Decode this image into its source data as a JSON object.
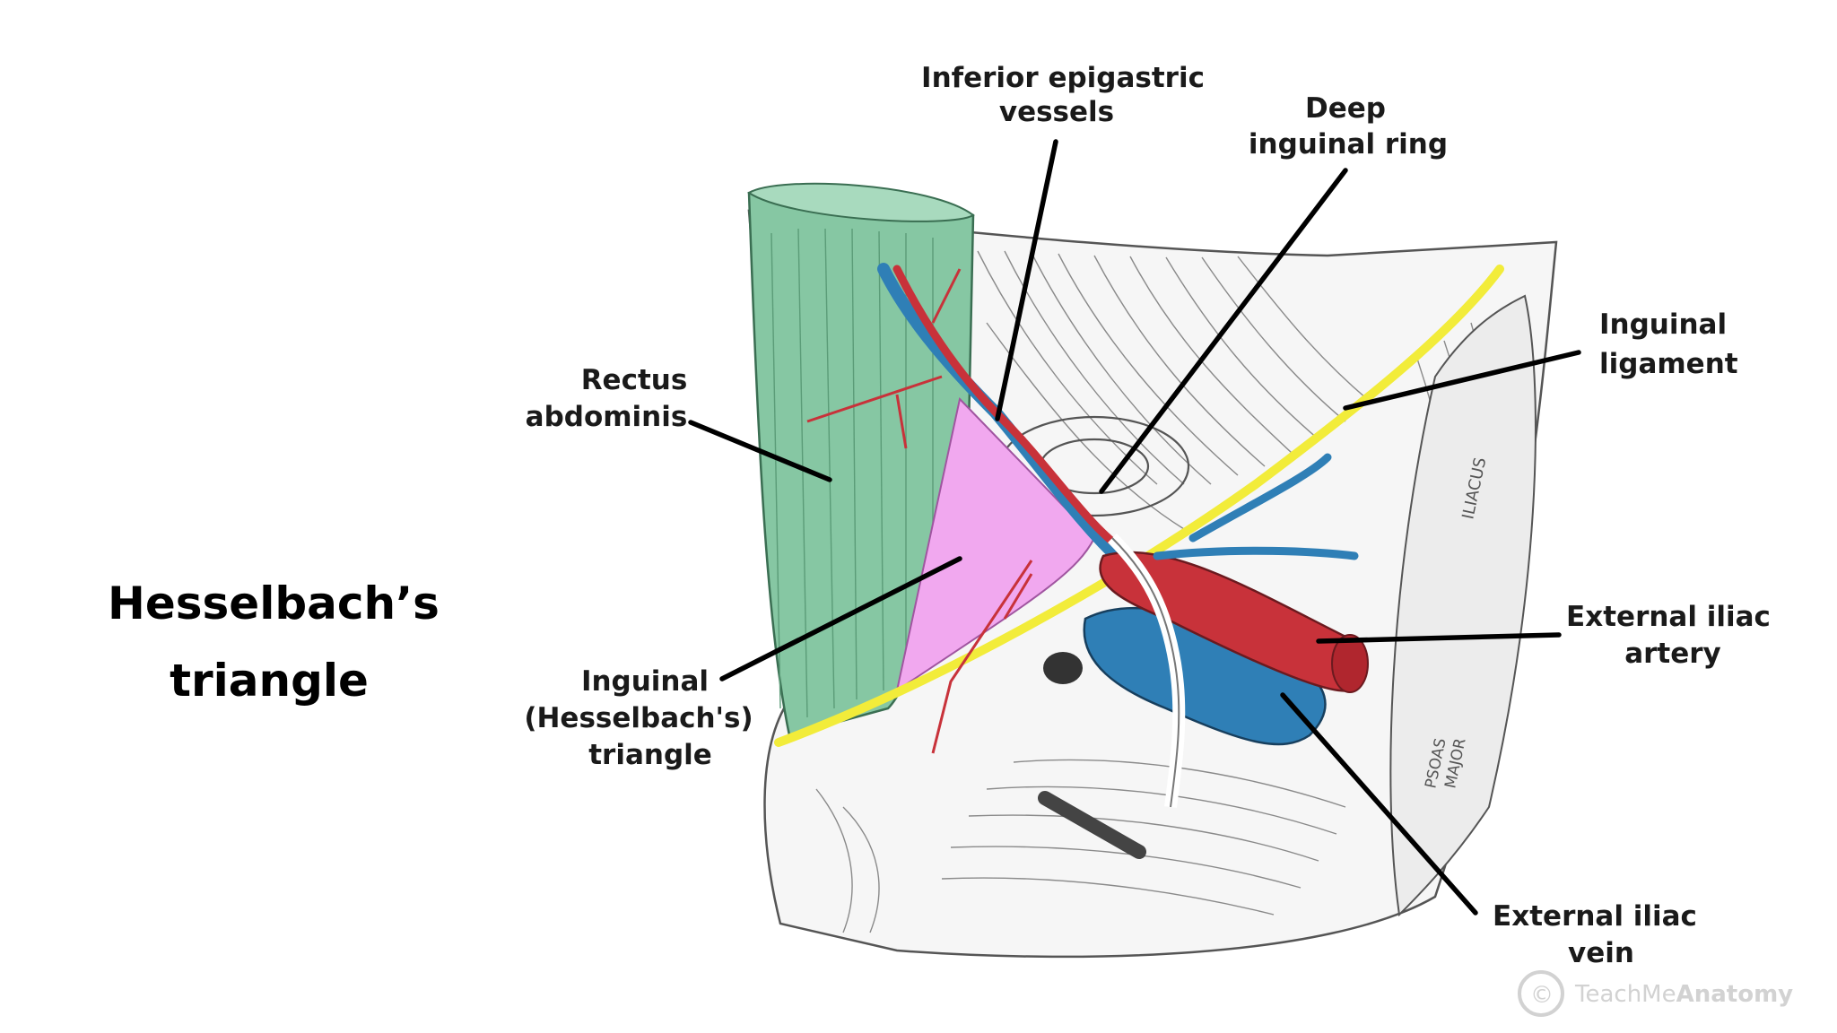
{
  "slide": {
    "title_line1": "Hesselbach’s",
    "title_line2": "triangle"
  },
  "labels": {
    "inferior_epigastric_1": "Inferior epigastric",
    "inferior_epigastric_2": "vessels",
    "deep_ring_1": "Deep",
    "deep_ring_2": "inguinal ring",
    "inguinal_ligament_1": "Inguinal",
    "inguinal_ligament_2": "ligament",
    "rectus_1": "Rectus",
    "rectus_2": "abdominis",
    "hesselbach_1": "Inguinal",
    "hesselbach_2": "(Hesselbach's)",
    "hesselbach_3": "triangle",
    "ext_iliac_artery_1": "External iliac",
    "ext_iliac_artery_2": "artery",
    "ext_iliac_vein_1": "External iliac",
    "ext_iliac_vein_2": "vein",
    "psoas_1": "PSOAS",
    "psoas_2": "MAJOR",
    "iliacus": "ILIACUS"
  },
  "watermark": {
    "symbol": "©",
    "text_light": "TeachMe",
    "text_bold": "Anatomy"
  },
  "colors": {
    "rectus_fill": "#86c7a3",
    "triangle_fill": "#f1a8ef",
    "ligament_yellow": "#f2ec3a",
    "artery_red": "#c8323a",
    "vein_blue": "#2f7fb6",
    "leader_black": "#000000"
  }
}
